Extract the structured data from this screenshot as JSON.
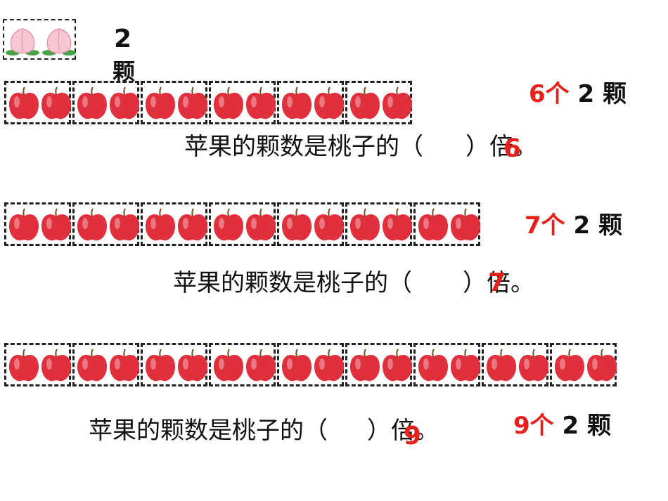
{
  "peach_unit": {
    "count": "2",
    "unit": "颗"
  },
  "rows": [
    {
      "groups": 6,
      "label_count": "6个",
      "label_rest": "2 颗",
      "sentence_prefix": "苹果的颗数是桃子的（",
      "answer": "6",
      "sentence_suffix": "）倍。"
    },
    {
      "groups": 7,
      "label_count": "7个",
      "label_rest": "2 颗",
      "sentence_prefix": "苹果的颗数是桃子的（",
      "answer": "7",
      "sentence_suffix": "）倍。"
    },
    {
      "groups": 9,
      "label_count": "9个",
      "label_rest": "2 颗",
      "sentence_prefix": "苹果的颗数是桃子的（",
      "answer": "9",
      "sentence_suffix": "）倍。"
    }
  ],
  "colors": {
    "answer": "#e8201c",
    "apple": "#e0303d",
    "peach": "#f4b7c5",
    "leaf": "#4aa14a"
  }
}
